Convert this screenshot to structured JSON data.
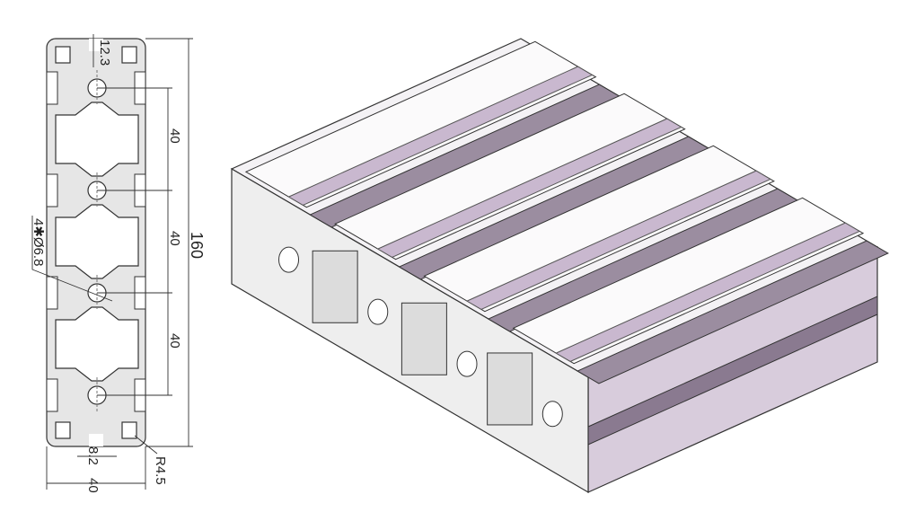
{
  "drawing": {
    "dimensions": {
      "slot_depth": "12.3",
      "pitch_1": "40",
      "pitch_2": "40",
      "pitch_3": "40",
      "total_length": "160",
      "hole_callout": "4✱Ø6.8",
      "slot_width": "8.2",
      "corner_radius": "R4.5",
      "width": "40"
    },
    "colors": {
      "profile_fill": "#e6e6e6",
      "rail_lavender": "#c9b8cf",
      "top_surface": "#f4f2f5",
      "side_surface": "#d8ccdc"
    }
  }
}
